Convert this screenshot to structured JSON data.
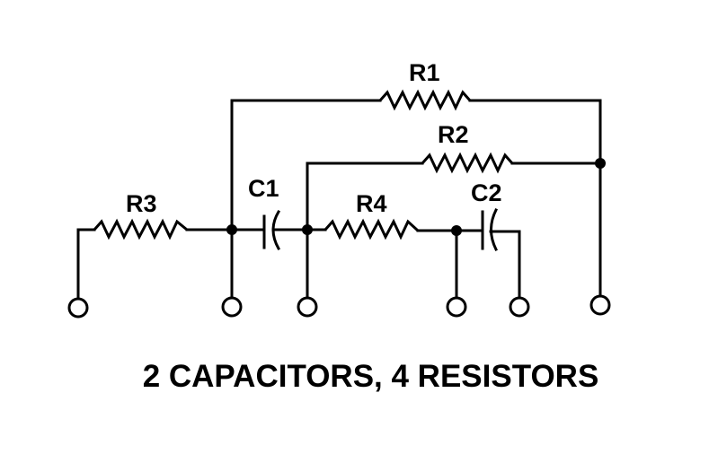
{
  "diagram": {
    "type": "circuit-schematic",
    "caption": "2 CAPACITORS, 4 RESISTORS",
    "components": {
      "R1": {
        "label": "R1",
        "kind": "resistor"
      },
      "R2": {
        "label": "R2",
        "kind": "resistor"
      },
      "R3": {
        "label": "R3",
        "kind": "resistor"
      },
      "R4": {
        "label": "R4",
        "kind": "resistor"
      },
      "C1": {
        "label": "C1",
        "kind": "capacitor"
      },
      "C2": {
        "label": "C2",
        "kind": "capacitor"
      }
    },
    "terminal_count": 6,
    "junction_count": 4,
    "colors": {
      "ink": "#000000",
      "background": "#ffffff"
    }
  }
}
